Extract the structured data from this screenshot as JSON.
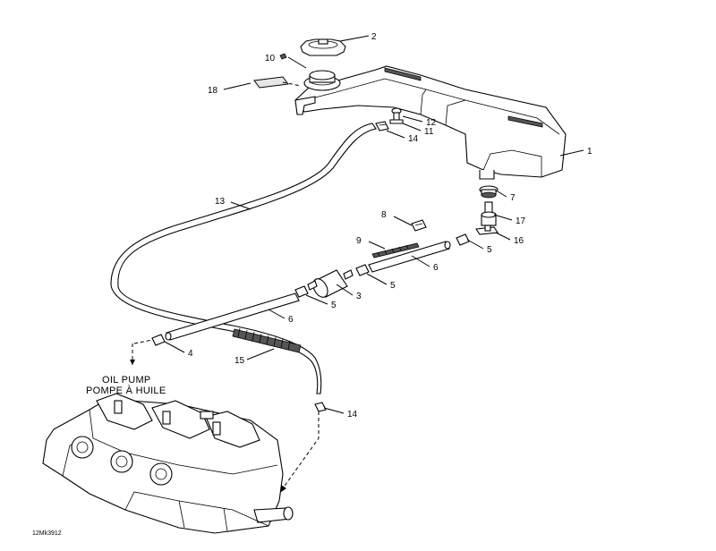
{
  "callouts": [
    "1",
    "2",
    "3",
    "4",
    "5",
    "5",
    "5",
    "6",
    "6",
    "7",
    "8",
    "9",
    "10",
    "11",
    "12",
    "13",
    "14",
    "14",
    "15",
    "16",
    "17",
    "18"
  ],
  "caption": {
    "line1": "OIL PUMP",
    "line2": "POMPE À HUILE"
  },
  "drawing_code": "12Mk3912"
}
